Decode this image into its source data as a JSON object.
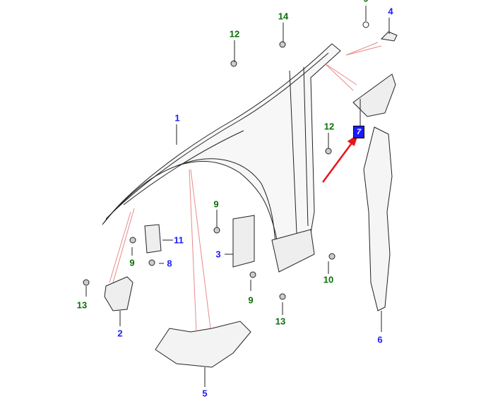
{
  "diagram": {
    "title": "Front fender parts diagram",
    "callouts": [
      {
        "id": "c1",
        "text": "1",
        "color": "blue"
      },
      {
        "id": "c2",
        "text": "2",
        "color": "blue"
      },
      {
        "id": "c3",
        "text": "3",
        "color": "blue"
      },
      {
        "id": "c4",
        "text": "4",
        "color": "blue"
      },
      {
        "id": "c5",
        "text": "5",
        "color": "blue"
      },
      {
        "id": "c6",
        "text": "6",
        "color": "blue"
      },
      {
        "id": "c7",
        "text": "7",
        "color": "highlight"
      },
      {
        "id": "c8",
        "text": "8",
        "color": "blue"
      },
      {
        "id": "c9a",
        "text": "9",
        "color": "green"
      },
      {
        "id": "c9b",
        "text": "9",
        "color": "green"
      },
      {
        "id": "c9c",
        "text": "9",
        "color": "green"
      },
      {
        "id": "c9d",
        "text": "9",
        "color": "green"
      },
      {
        "id": "c10",
        "text": "10",
        "color": "green"
      },
      {
        "id": "c11",
        "text": "11",
        "color": "blue"
      },
      {
        "id": "c12a",
        "text": "12",
        "color": "green"
      },
      {
        "id": "c12b",
        "text": "12",
        "color": "green"
      },
      {
        "id": "c13a",
        "text": "13",
        "color": "green"
      },
      {
        "id": "c13b",
        "text": "13",
        "color": "green"
      },
      {
        "id": "c14",
        "text": "14",
        "color": "green"
      }
    ],
    "colors": {
      "blue": "#1a1aff",
      "green": "#0a6e0a",
      "arrow": "#e8141b",
      "leader": "#e88a8a"
    }
  }
}
